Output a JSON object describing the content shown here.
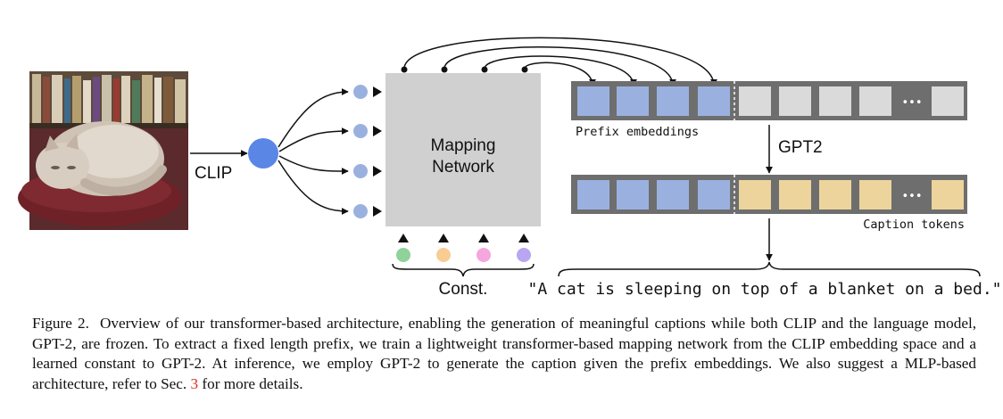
{
  "diagram": {
    "clip_label": "CLIP",
    "mapping_network_label_line1": "Mapping",
    "mapping_network_label_line2": "Network",
    "const_label": "Const.",
    "gpt2_label": "GPT2",
    "prefix_embeddings_label": "Prefix embeddings",
    "caption_tokens_label": "Caption tokens",
    "ellipsis": "•••",
    "generated_caption": "\"A cat is sleeping on top of a blanket on a bed.\"",
    "colors": {
      "clip_node": "#5a86e6",
      "prefix_block": "#9ab1e0",
      "caption_block": "#ecd49c",
      "empty_block": "#dadada",
      "strip_border": "#6e6e6e",
      "mapping_box": "#d0d0d0",
      "const_dots": [
        "#8fd29a",
        "#f9cc94",
        "#f5a6dd",
        "#b9a6f0"
      ]
    }
  },
  "caption": {
    "figure_label": "Figure 2.",
    "text_before_ref": "Overview of our transformer-based architecture, enabling the generation of meaningful captions while both CLIP and the language model, GPT-2, are frozen.  To extract a fixed length prefix, we train a lightweight transformer-based mapping network from the CLIP embedding space and a learned constant to GPT-2.  At inference, we employ GPT-2 to generate the caption given the prefix embeddings. We also suggest a MLP-based architecture, refer to Sec.",
    "ref": "3",
    "text_after_ref": "for more details."
  }
}
